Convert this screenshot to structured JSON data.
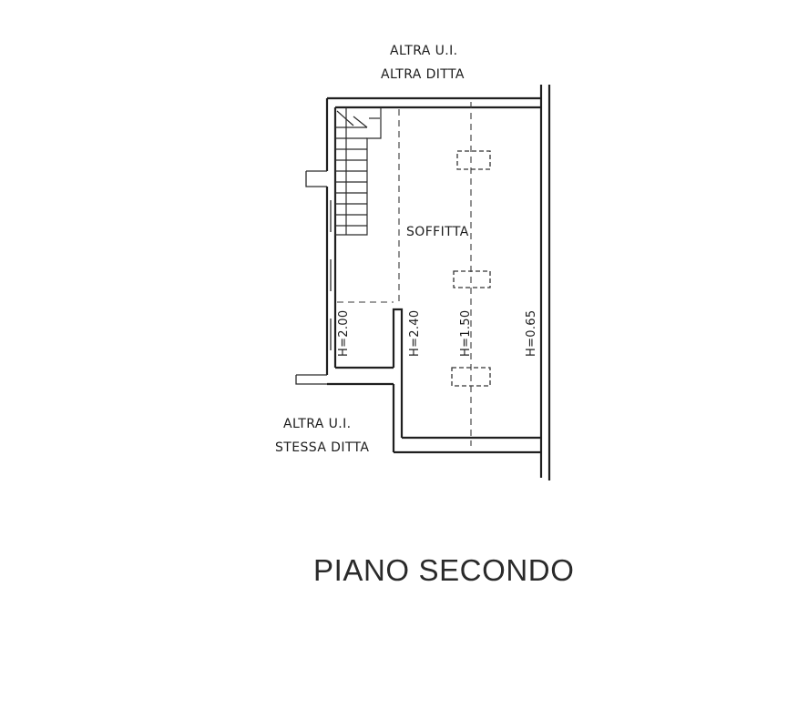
{
  "labels": {
    "neighbor_top_line1": "ALTRA U.I.",
    "neighbor_top_line2": "ALTRA DITTA",
    "neighbor_bottom_line1": "ALTRA U.I.",
    "neighbor_bottom_line2": "STESSA DITTA",
    "room_name": "SOFFITTA",
    "height_1": "H=2.00",
    "height_2": "H=2.40",
    "height_3": "H=1.50",
    "height_4": "H=0.65",
    "floor_title": "PIANO SECONDO"
  }
}
